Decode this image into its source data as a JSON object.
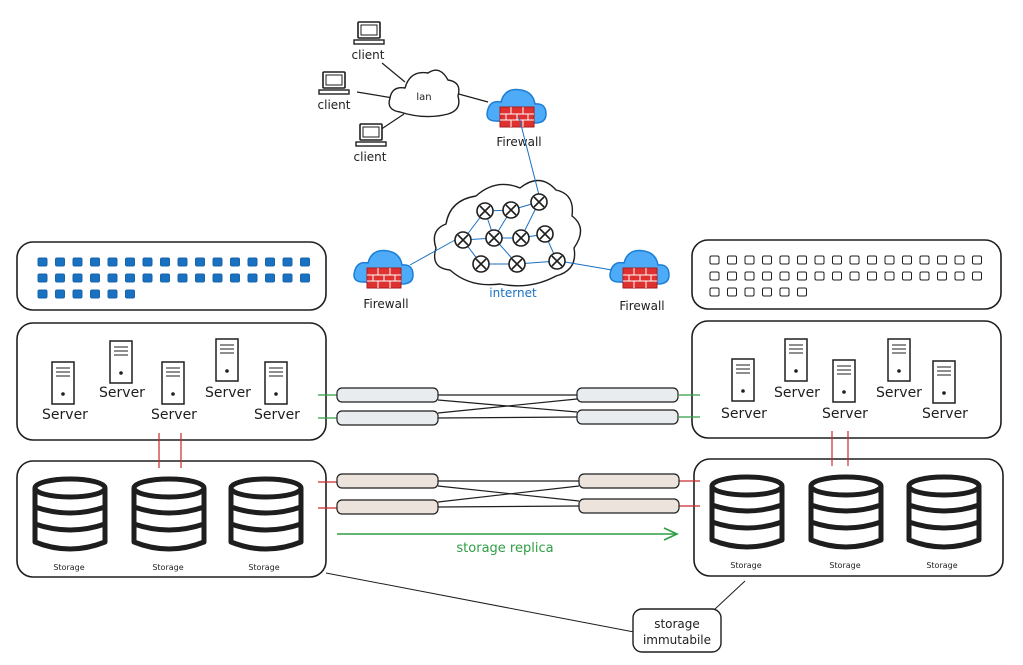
{
  "clients": {
    "label": "client"
  },
  "lan": {
    "label": "lan"
  },
  "firewall": {
    "label": "Firewall"
  },
  "internet": {
    "label": "internet"
  },
  "server": {
    "label": "Server"
  },
  "storage": {
    "label": "Storage"
  },
  "replica": {
    "label": "storage replica"
  },
  "immutable": {
    "line1": "storage",
    "line2": "immutabile"
  },
  "colors": {
    "ink": "#1e1e1e",
    "blue_cell": "#1971c2",
    "cloud_blue": "#4dabf7",
    "firewall_red": "#e03131",
    "link_blue": "#1971c2",
    "link_green": "#2f9e44",
    "link_red": "#c92a2a",
    "pipe_gray": "#e9ecef",
    "pipe_tan": "#ece3dc"
  }
}
